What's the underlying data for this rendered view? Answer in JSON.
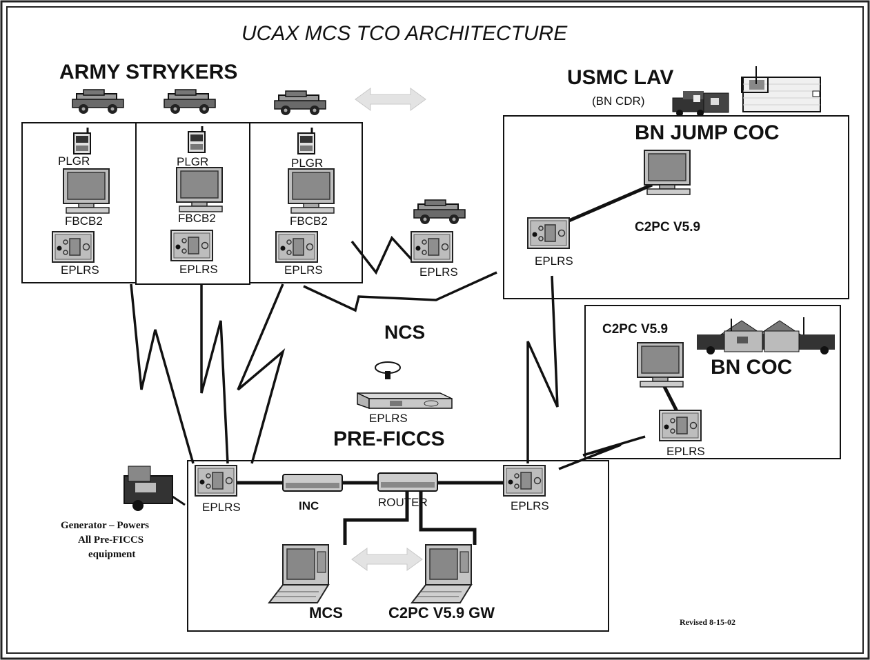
{
  "title": "UCAX MCS TCO ARCHITECTURE",
  "army": {
    "heading": "ARMY STRYKERS",
    "units": [
      {
        "plgr": "PLGR",
        "fbcb2": "FBCB2",
        "eplrs": "EPLRS"
      },
      {
        "plgr": "PLGR",
        "fbcb2": "FBCB2",
        "eplrs": "EPLRS"
      },
      {
        "plgr": "PLGR",
        "fbcb2": "FBCB2",
        "eplrs": "EPLRS"
      }
    ]
  },
  "mobile_vehicle": {
    "eplrs": "EPLRS"
  },
  "usmc": {
    "heading": "USMC LAV",
    "sub": "(BN CDR)"
  },
  "jump_coc": {
    "heading": "BN JUMP COC",
    "terminal": "C2PC V5.9",
    "eplrs": "EPLRS"
  },
  "ncs": {
    "label": "NCS"
  },
  "center_eplrs": {
    "label": "EPLRS"
  },
  "pre_ficcs": {
    "heading": "PRE-FICCS",
    "eplrs_left": "EPLRS",
    "inc": "INC",
    "router": "ROUTER",
    "eplrs_right": "EPLRS",
    "mcs": "MCS",
    "gateway": "C2PC V5.9 GW"
  },
  "bn_coc": {
    "terminal": "C2PC V5.9",
    "heading": "BN COC",
    "eplrs": "EPLRS"
  },
  "generator": {
    "line1": "Generator – Powers",
    "line2": "All Pre-FICCS",
    "line3": "equipment"
  },
  "revised": "Revised 8-15-02",
  "icons": [
    "humvee-icon",
    "plgr-radio-icon",
    "computer-monitor-icon",
    "eplrs-radio-icon",
    "router-icon",
    "laptop-icon",
    "generator-icon",
    "command-post-icon",
    "lav-vehicle-icon",
    "double-arrow-icon",
    "antenna-icon"
  ]
}
